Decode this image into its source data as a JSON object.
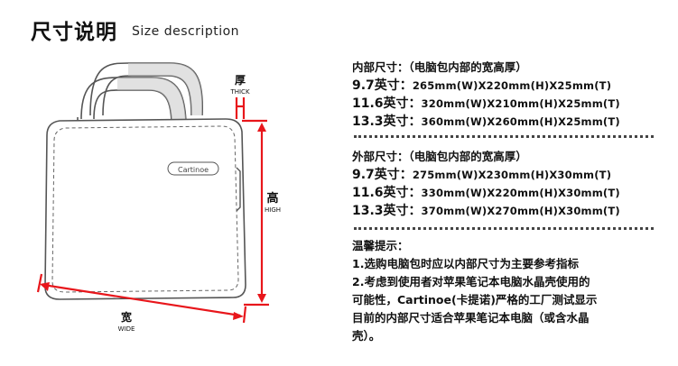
{
  "header": {
    "title": "尺寸说明",
    "subtitle": "Size description"
  },
  "diagram": {
    "brand": "Cartinoe",
    "thick_cn": "厚",
    "thick_en": "THICK",
    "high_cn": "高",
    "high_en": "HIGH",
    "wide_cn": "宽",
    "wide_en": "WIDE",
    "accent_color": "#e8161b"
  },
  "inner": {
    "heading": "内部尺寸：（电脑包内部的宽高厚）",
    "rows": [
      {
        "size": "9.7英寸：",
        "dims": "265mm(W)X220mm(H)X25mm(T)"
      },
      {
        "size": "11.6英寸：",
        "dims": "320mm(W)X210mm(H)X25mm(T)"
      },
      {
        "size": "13.3英寸：",
        "dims": "360mm(W)X260mm(H)X25mm(T)"
      }
    ]
  },
  "outer": {
    "heading": "外部尺寸：（电脑包内部的宽高厚）",
    "rows": [
      {
        "size": "9.7英寸：",
        "dims": "275mm(W)X230mm(H)X30mm(T)"
      },
      {
        "size": "11.6英寸：",
        "dims": "330mm(W)X220mm(H)X30mm(T)"
      },
      {
        "size": "13.3英寸：",
        "dims": "370mm(W)X270mm(H)X30mm(T)"
      }
    ]
  },
  "tips": {
    "heading": "温馨提示：",
    "line1": "1.选购电脑包时应以内部尺寸为主要参考指标",
    "line2": "2.考虑到使用者对苹果笔记本电脑水晶壳使用的",
    "line3": "可能性，Cartinoe(卡提诺)严格的工厂测试显示",
    "line4": "目前的内部尺寸适合苹果笔记本电脑（或含水晶",
    "line5": "壳）。"
  }
}
